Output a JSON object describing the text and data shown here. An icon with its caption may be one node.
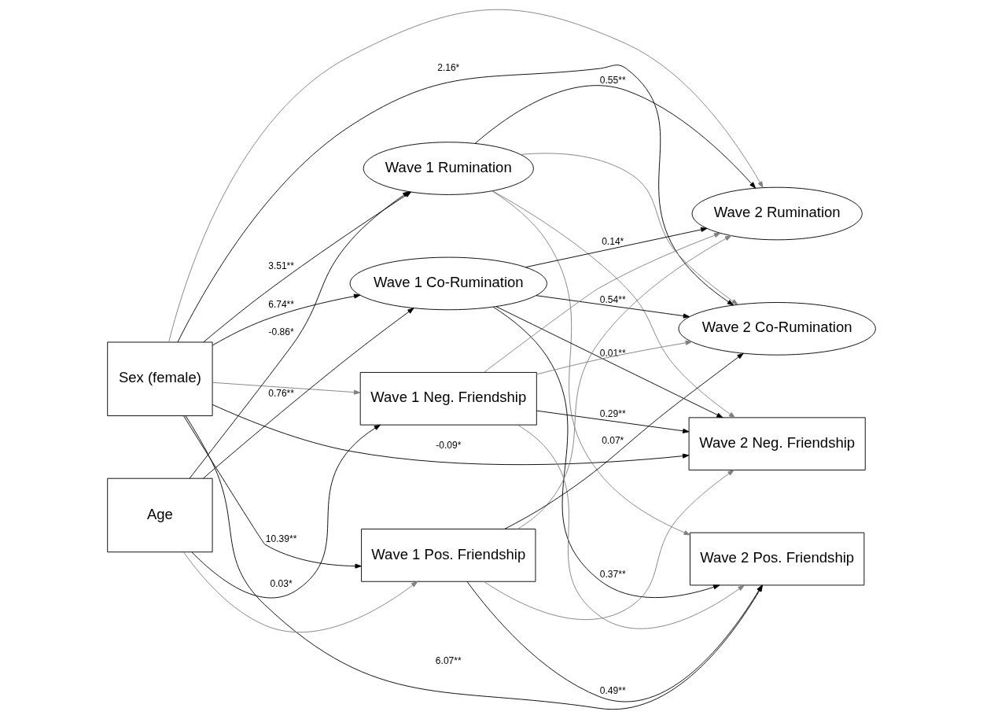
{
  "diagram": {
    "nodes": [
      {
        "text": [
          "Sex (female)"
        ]
      },
      {
        "text": [
          "Age"
        ]
      },
      {
        "text": [
          "Wave 1 Rumination"
        ]
      },
      {
        "text": [
          "Wave 1 Co-Rumination"
        ]
      },
      {
        "text": [
          "Wave 1 Neg. Friendship"
        ]
      },
      {
        "text": [
          "Wave 1 Pos. Friendship"
        ]
      },
      {
        "text": [
          "Wave 2 Rumination"
        ]
      },
      {
        "text": [
          "Wave 2 Co-Rumination"
        ]
      },
      {
        "text": [
          "Wave 2 Neg. Friendship"
        ]
      },
      {
        "text": [
          "Wave 2 Pos. Friendship"
        ]
      }
    ],
    "edges": [
      {
        "from": 0,
        "to": 2,
        "arrow": "to",
        "label": "3.51**"
      },
      {
        "from": 1,
        "to": 2,
        "arrow": "to",
        "label": "-0.86*"
      },
      {
        "from": 0,
        "to": 3,
        "arrow": "to",
        "label": "6.74**"
      },
      {
        "from": 1,
        "to": 3,
        "arrow": "to",
        "label": "0.76**"
      },
      {
        "from": 0,
        "to": 4,
        "arrow": "to",
        "color": "#808080"
      },
      {
        "from": 1,
        "to": 4,
        "arrow": "to",
        "label": "0.03*"
      },
      {
        "from": 0,
        "to": 5,
        "arrow": "to",
        "label": "10.39**"
      },
      {
        "from": 1,
        "to": 5,
        "arrow": "to",
        "color": "#808080"
      },
      {
        "from": 0,
        "to": 6,
        "arrow": "to",
        "color": "#808080"
      },
      {
        "from": 0,
        "to": 7,
        "arrow": "to",
        "label": "2.16*"
      },
      {
        "from": 0,
        "to": 8,
        "arrow": "to",
        "label": "-0.09*"
      },
      {
        "from": 0,
        "to": 9,
        "arrow": "to",
        "label": "6.07**"
      },
      {
        "from": 2,
        "to": 6,
        "arrow": "to",
        "label": "0.55**"
      },
      {
        "from": 2,
        "to": 7,
        "arrow": "to",
        "color": "#808080"
      },
      {
        "from": 2,
        "to": 8,
        "arrow": "to",
        "color": "#808080"
      },
      {
        "from": 2,
        "to": 9,
        "arrow": "to",
        "color": "#808080"
      },
      {
        "from": 3,
        "to": 6,
        "arrow": "to",
        "label": "0.14*"
      },
      {
        "from": 3,
        "to": 7,
        "arrow": "to",
        "label": "0.54**"
      },
      {
        "from": 3,
        "to": 8,
        "arrow": "to",
        "label": "0.01**"
      },
      {
        "from": 3,
        "to": 9,
        "arrow": "to",
        "label": "0.37**"
      },
      {
        "from": 4,
        "to": 6,
        "arrow": "to",
        "color": "#808080"
      },
      {
        "from": 4,
        "to": 7,
        "arrow": "to",
        "color": "#808080"
      },
      {
        "from": 4,
        "to": 8,
        "arrow": "to",
        "label": "0.29**"
      },
      {
        "from": 4,
        "to": 9,
        "arrow": "to",
        "color": "#808080"
      },
      {
        "from": 5,
        "to": 6,
        "arrow": "to",
        "color": "#808080"
      },
      {
        "from": 5,
        "to": 7,
        "arrow": "to",
        "label": "0.07*"
      },
      {
        "from": 5,
        "to": 8,
        "arrow": "to",
        "color": "#808080"
      },
      {
        "from": 5,
        "to": 9,
        "arrow": "to",
        "label": "0.49**"
      }
    ]
  }
}
